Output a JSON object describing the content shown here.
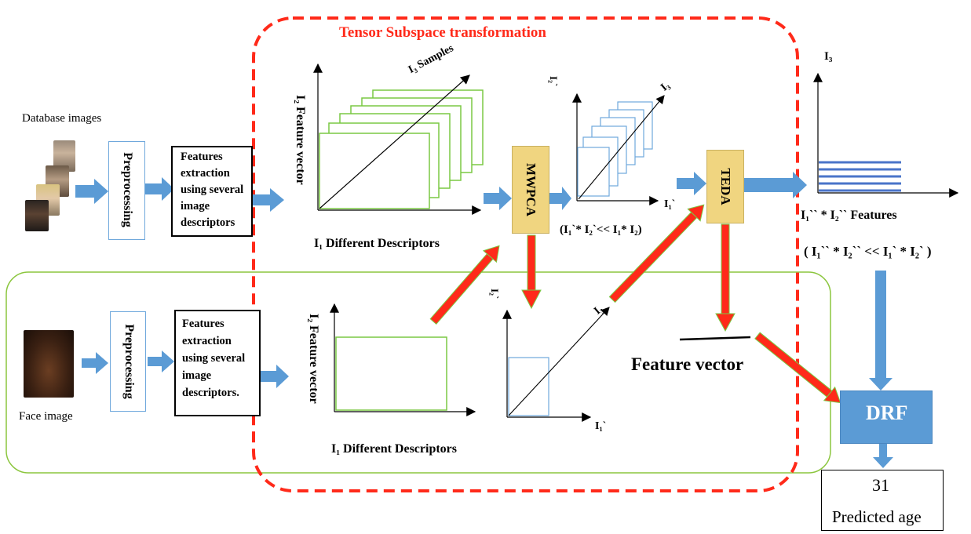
{
  "title": "Tensor Subspace transformation",
  "database_images_label": "Database images",
  "face_image_label": "Face image",
  "preprocessing_label": "Preprocessing",
  "features_extraction_top": [
    "Features",
    "extraction",
    "using several",
    "image",
    "descriptors"
  ],
  "features_extraction_bottom": [
    "Features",
    "extraction",
    "using several",
    "image",
    "descriptors."
  ],
  "i3_samples_label": "I₃ Samples",
  "i2_feature_vector_label": "I₂ Feature vector",
  "i1_different_descriptors_label": "I₁ Different Descriptors",
  "mwpca_label": "MWPCA",
  "teda_label": "TEDA",
  "i2_prime_label": "I₂`",
  "i3_label": "I₃",
  "i1_prime_label": "I₁`",
  "relation_1": "(I₁`* I₂`<< I₁* I₂)",
  "i3_top_label": "I₃",
  "features_label": "I₁`` * I₂`` Features",
  "relation_2": "( I₁`` * I₂`` << I₁` * I₂` )",
  "feature_vector_label": "Feature vector",
  "drf_label": "DRF",
  "predicted_age_value": "31",
  "predicted_age_label": "Predicted age",
  "colors": {
    "accent_red": "#ff2a1a",
    "arrow_blue": "#5b9bd5",
    "box_blue": "#6fa8dc",
    "gold": "#f0d580",
    "green_panel": "#8cc63f",
    "green_rect": "#7ac943"
  }
}
